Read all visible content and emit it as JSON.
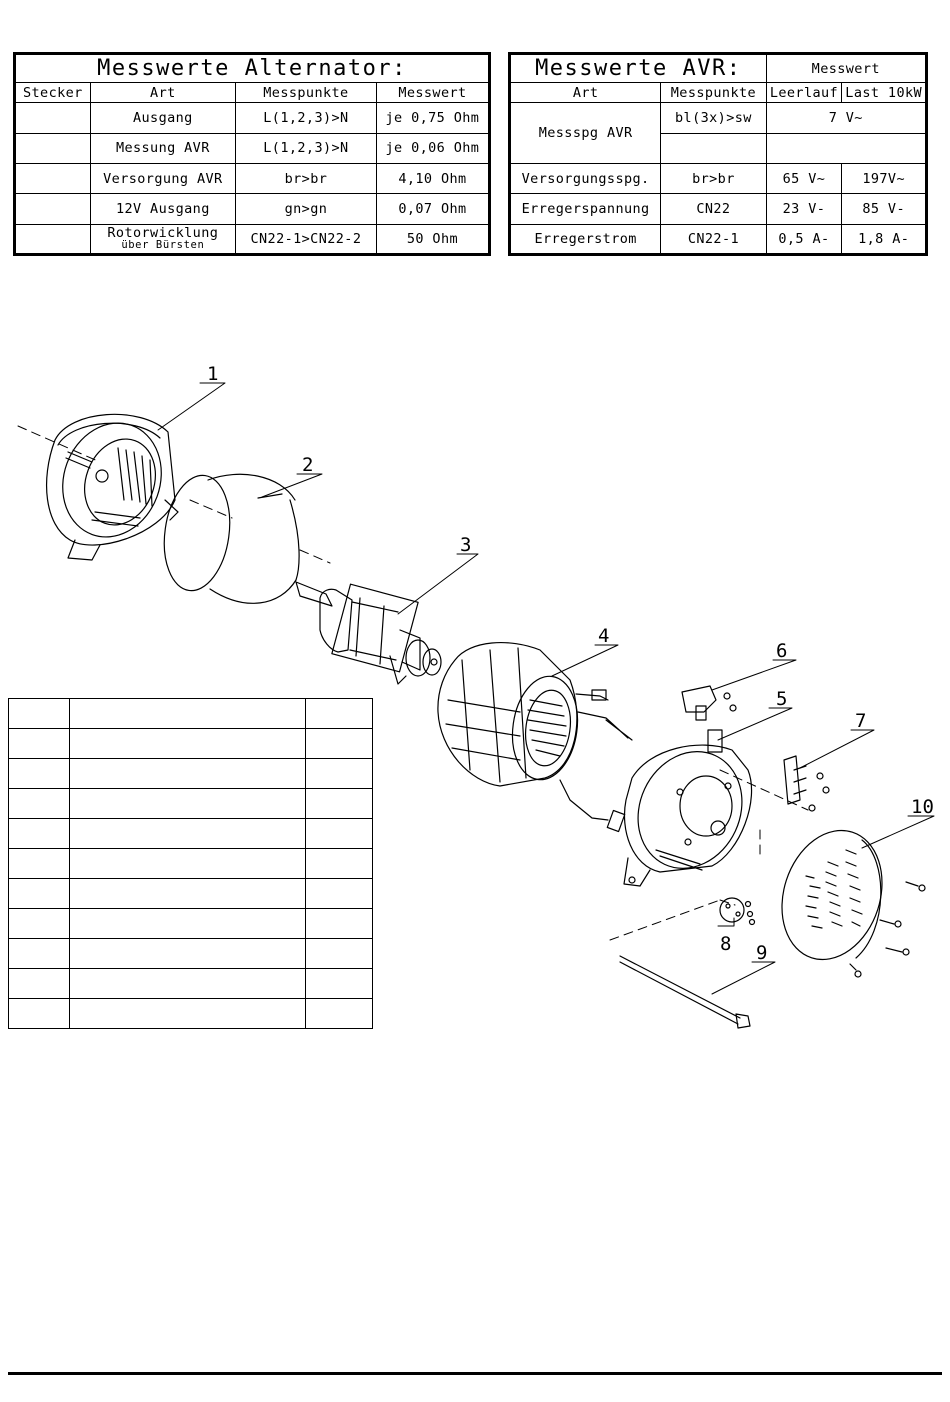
{
  "alternator": {
    "title": "Messwerte Alternator:",
    "headers": [
      "Stecker",
      "Art",
      "Messpunkte",
      "Messwert"
    ],
    "rows": [
      {
        "stecker": "",
        "art": "Ausgang",
        "messpunkte": "L(1,2,3)>N",
        "messwert": "je 0,75 Ohm"
      },
      {
        "stecker": "",
        "art": "Messung AVR",
        "messpunkte": "L(1,2,3)>N",
        "messwert": "je 0,06 Ohm"
      },
      {
        "stecker": "",
        "art": "Versorgung AVR",
        "messpunkte": "br>br",
        "messwert": "4,10 Ohm"
      },
      {
        "stecker": "",
        "art": "12V Ausgang",
        "messpunkte": "gn>gn",
        "messwert": "0,07 Ohm"
      },
      {
        "stecker": "",
        "art": "Rotorwicklung",
        "art_sub": "über Bürsten",
        "messpunkte": "CN22-1>CN22-2",
        "messwert": "50 Ohm"
      }
    ]
  },
  "avr": {
    "title": "Messwerte AVR:",
    "messwert_header": "Messwert",
    "headers": [
      "Art",
      "Messpunkte",
      "Leerlauf",
      "Last 10kW"
    ],
    "rows": [
      {
        "art": "Messspg AVR",
        "messpunkte": "bl(3x)>sw",
        "leerlauf": "7 V~",
        "last": ""
      },
      {
        "art": "Versorgungsspg.",
        "messpunkte": "br>br",
        "leerlauf": "65 V~",
        "last": "197V~"
      },
      {
        "art": "Erregerspannung",
        "messpunkte": "CN22",
        "leerlauf": "23 V-",
        "last": "85 V-"
      },
      {
        "art": "Erregerstrom",
        "messpunkte": "CN22-1",
        "leerlauf": "0,5 A-",
        "last": "1,8 A-"
      }
    ]
  },
  "callouts": [
    "1",
    "2",
    "3",
    "4",
    "5",
    "6",
    "7",
    "8",
    "9",
    "10"
  ],
  "parts_list_rows": 11
}
